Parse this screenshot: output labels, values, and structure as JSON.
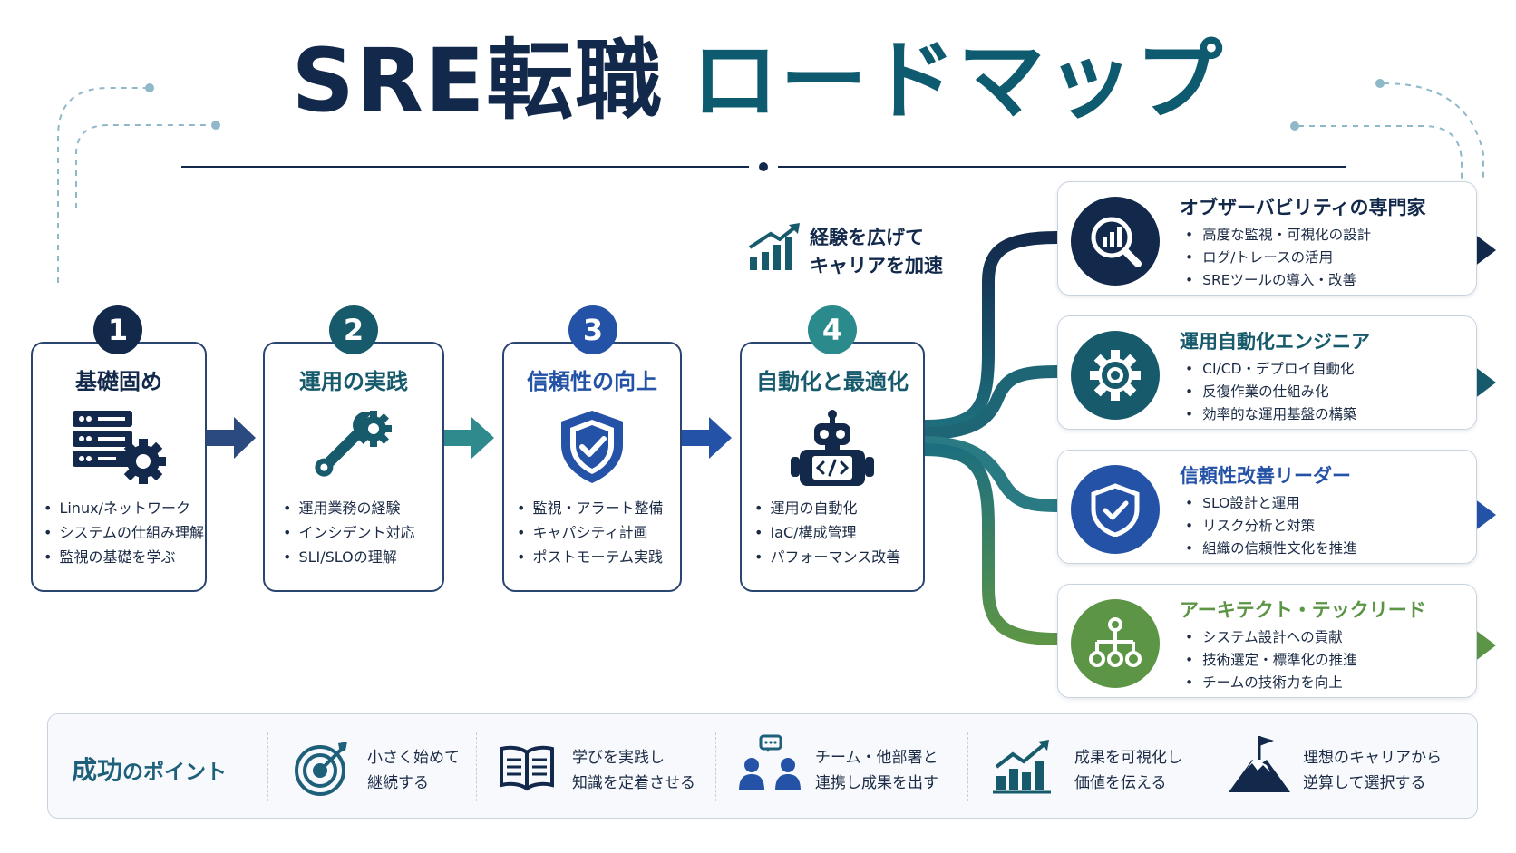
{
  "title": {
    "part1": "SRE転職",
    "part2": "ロードマップ"
  },
  "accelerate": {
    "line1": "経験を広げて",
    "line2": "キャリアを加速"
  },
  "stages": [
    {
      "number": "1",
      "title": "基礎固め",
      "items": [
        "Linux/ネットワーク",
        "システムの仕組み理解",
        "監視の基礎を学ぶ"
      ]
    },
    {
      "number": "2",
      "title": "運用の実践",
      "items": [
        "運用業務の経験",
        "インシデント対応",
        "SLI/SLOの理解"
      ]
    },
    {
      "number": "3",
      "title": "信頼性の向上",
      "items": [
        "監視・アラート整備",
        "キャパシティ計画",
        "ポストモーテム実践"
      ]
    },
    {
      "number": "4",
      "title": "自動化と最適化",
      "items": [
        "運用の自動化",
        "IaC/構成管理",
        "パフォーマンス改善"
      ]
    }
  ],
  "careers": [
    {
      "title": "オブザーバビリティの専門家",
      "items": [
        "高度な監視・可視化の設計",
        "ログ/トレースの活用",
        "SREツールの導入・改善"
      ],
      "color": "#13294b",
      "icon": "analytics-search-icon"
    },
    {
      "title": "運用自動化エンジニア",
      "items": [
        "CI/CD・デプロイ自動化",
        "反復作業の仕組み化",
        "効率的な運用基盤の構築"
      ],
      "color": "#165a6b",
      "icon": "gear-icon"
    },
    {
      "title": "信頼性改善リーダー",
      "items": [
        "SLO設計と運用",
        "リスク分析と対策",
        "組織の信頼性文化を推進"
      ],
      "color": "#2452a6",
      "icon": "shield-check-icon"
    },
    {
      "title": "アーキテクト・テックリード",
      "items": [
        "システム設計への貢献",
        "技術選定・標準化の推進",
        "チームの技術力を向上"
      ],
      "color": "#5c9546",
      "icon": "hierarchy-icon"
    }
  ],
  "success": {
    "title_main": "成功",
    "title_rest": "のポイント",
    "points": [
      {
        "line1": "小さく始めて",
        "line2": "継続する",
        "icon": "target-icon"
      },
      {
        "line1": "学びを実践し",
        "line2": "知識を定着させる",
        "icon": "book-icon"
      },
      {
        "line1": "チーム・他部署と",
        "line2": "連携し成果を出す",
        "icon": "team-icon"
      },
      {
        "line1": "成果を可視化し",
        "line2": "価値を伝える",
        "icon": "growth-chart-icon"
      },
      {
        "line1": "理想のキャリアから",
        "line2": "逆算して選択する",
        "icon": "mountain-flag-icon"
      }
    ]
  },
  "colors": {
    "navy": "#13294b",
    "teal": "#165a6b",
    "blue": "#2452a6",
    "green": "#5c9546"
  }
}
